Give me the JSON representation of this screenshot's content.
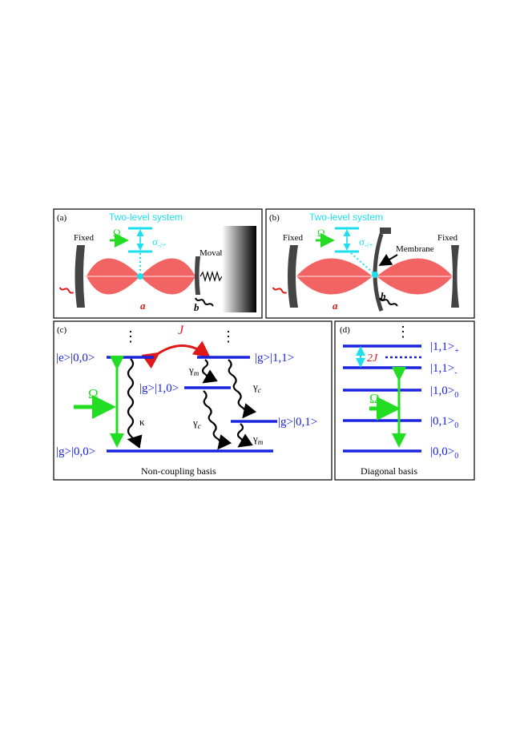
{
  "panel_a": {
    "tag": "(a)",
    "two_level_label": "Two-level system",
    "fixed_label": "Fixed",
    "movable_label": "Movable",
    "omega": "Ω",
    "sigma": "σ",
    "sigma_sub": "-/+",
    "mode_a": "a",
    "mode_b": "b"
  },
  "panel_b": {
    "tag": "(b)",
    "two_level_label": "Two-level system",
    "fixed_left": "Fixed",
    "fixed_right": "Fixed",
    "membrane_label": "Membrane",
    "omega": "Ω",
    "sigma": "σ",
    "sigma_sub": "-/+",
    "mode_a": "a",
    "mode_b": "b"
  },
  "panel_c": {
    "tag": "(c)",
    "caption": "Non-coupling basis",
    "dots": "⋮",
    "coupling": "J",
    "omega": "Ω",
    "kappa": "κ",
    "gamma": "γ",
    "gamma_m_sub": "m",
    "gamma_c_sub": "c",
    "state_e00": "|e>|0,0>",
    "state_g11": "|g>|1,1>",
    "state_g10": "|g>|1,0>",
    "state_g01": "|g>|0,1>",
    "state_g00": "|g>|0,0>"
  },
  "panel_d": {
    "tag": "(d)",
    "caption": "Diagonal basis",
    "dots": "⋮",
    "splitting": "2J",
    "omega": "Ω",
    "state_11p": "|1,1>",
    "state_11p_sub": "+",
    "state_11m": "|1,1>",
    "state_11m_sub": "-",
    "state_10": "|1,0>",
    "state_10_sub": "0",
    "state_01": "|0,1>",
    "state_01_sub": "0",
    "state_00": "|0,0>",
    "state_00_sub": "0"
  },
  "colors": {
    "level_blue": "#1a23e0",
    "omega_green": "#22dd22",
    "cyan": "#1de0ef",
    "coupling_red": "#e01818",
    "mode_salmon": "#f26464",
    "mirror_gray": "#444444"
  }
}
